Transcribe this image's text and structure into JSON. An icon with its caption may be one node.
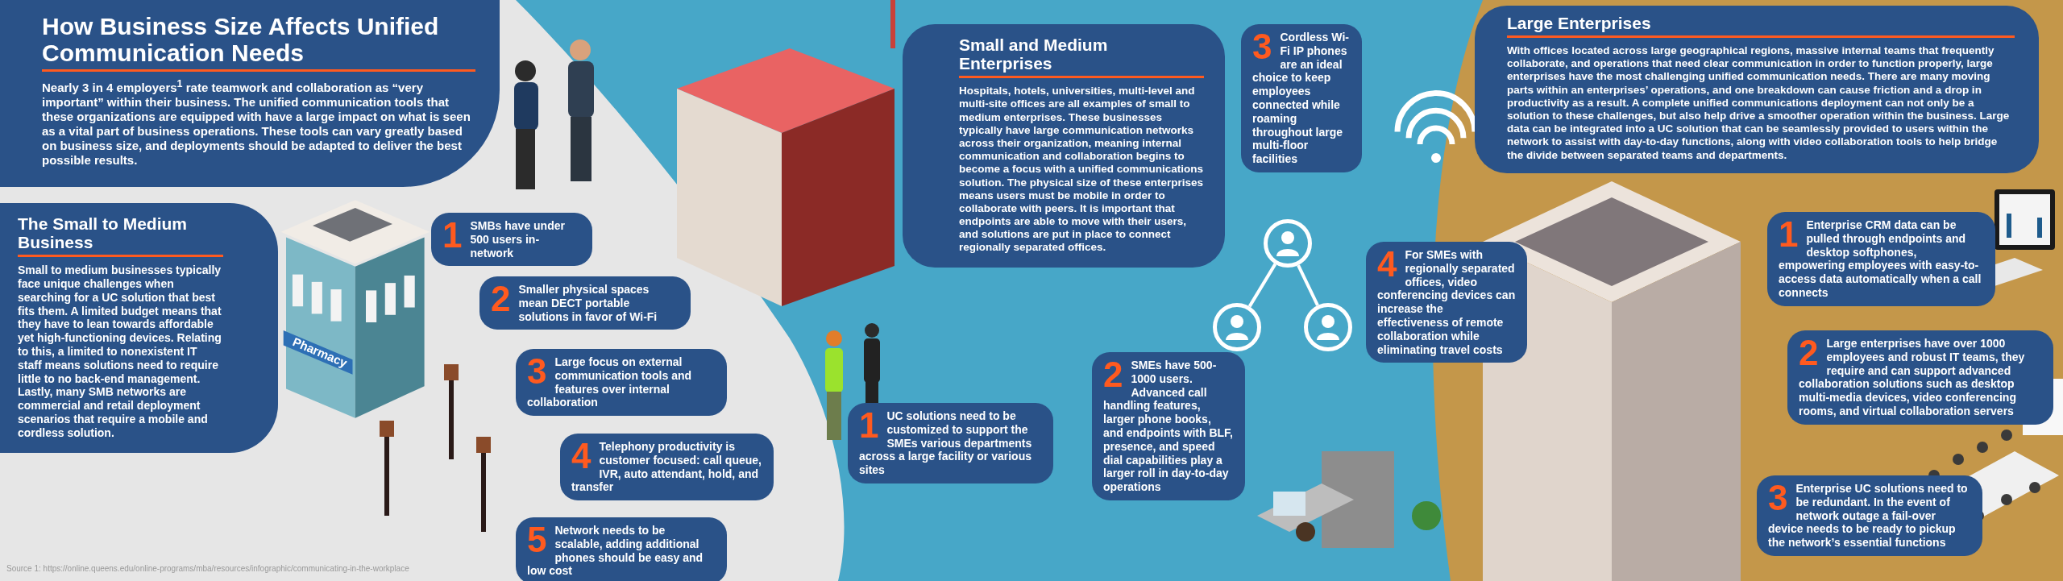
{
  "diagram": {
    "nodes": [
      {
        "text": [
          "How Business Size Affects Unified Communication Needs",
          "Nearly 3 in 4 employers$^{1}$ rate teamwork and collaboration as “very important” within their business. The unified communication tools that these organizations are equipped with have a large impact on what is seen as a vital part of business operations. These tools can vary greatly based on business size, and deployments should be adapted to deliver the best possible results."
        ]
      },
      {
        "text": [
          "The Small to Medium Business",
          "Small to medium businesses typically face unique challenges when searching for a UC solution that best fits them. A limited budget means that they have to lean towards affordable yet high-functioning devices. Relating to this, a limited to nonexistent IT staff means solutions need to require little to no back-end management. Lastly, many SMB networks are commercial and retail deployment scenarios that require a mobile and cordless solution."
        ]
      },
      {
        "text": [
          "1",
          "SMBs have under 500 users in-network"
        ]
      },
      {
        "text": [
          "2",
          "Smaller physical spaces mean DECT portable solutions in favor of Wi-Fi"
        ]
      },
      {
        "text": [
          "3",
          "Large focus on external communication tools and features over internal collaboration"
        ]
      },
      {
        "text": [
          "4",
          "Telephony productivity is customer focused: call queue, IVR, auto attendant, hold, and transfer"
        ]
      },
      {
        "text": [
          "5",
          "Network needs to be scalable, adding additional phones should be easy and low cost"
        ]
      },
      {
        "text": [
          "Small and Medium Enterprises",
          "Hospitals, hotels, universities, multi-level and multi-site offices are all examples of small to medium enterprises. These businesses typically have large communication networks across their organization, meaning internal communication and collaboration begins to become a focus with a unified communications solution. The physical size of these enterprises means users must be mobile in order to collaborate with peers. It is important that endpoints are able to move with their users, and solutions are put in place to connect regionally separated offices."
        ]
      },
      {
        "text": [
          "1",
          "UC solutions need to be customized to support the SMEs various departments across a large facility or various sites"
        ]
      },
      {
        "text": [
          "2",
          "SMEs have 500-1000 users. Advanced call handling features, larger phone books, and endpoints with BLF, presence, and speed dial capabilities play a larger roll in day-to-day operations"
        ]
      },
      {
        "text": [
          "3",
          "Cordless Wi-Fi IP phones are an ideal choice to keep employees connected while roaming throughout large multi-floor facilities"
        ]
      },
      {
        "text": [],
        "shape": "circle"
      },
      {
        "text": [],
        "shape": "circle"
      },
      {
        "text": [],
        "shape": "circle"
      },
      {
        "text": [
          "4",
          "For SMEs with regionally separated offices, video conferencing devices can increase the effectiveness of remote collaboration while eliminating travel costs"
        ]
      },
      {
        "text": [
          "Large Enterprises",
          "With offices located across large geographical regions, massive internal teams that frequently collaborate, and operations that need clear communication in order to function properly, large enterprises have the most challenging unified communication needs. There are many moving parts within an enterprises’ operations, and one breakdown can cause friction and a drop in productivity as a result. A complete unified communications deployment can not only be a solution to these challenges, but also help drive a smoother operation within the business. Large data can be integrated into a UC solution that can be seamlessly provided to users within the network to assist with day-to-day functions, along with video collaboration tools to help bridge the divide between separated teams and departments."
        ]
      },
      {
        "text": [
          "1",
          "Enterprise CRM data can be pulled through endpoints and desktop softphones, empowering employees with easy-to-access data automatically when a call connects"
        ]
      },
      {
        "text": [
          "2",
          "Large enterprises have over 1000 employees and robust IT teams, they require and can support advanced collaboration solutions such as desktop multi-media devices, video conferencing rooms, and virtual collaboration servers"
        ]
      },
      {
        "text": [
          "3",
          "Enterprise UC solutions need to be redundant. In the event of network outage a fail-over device needs to be ready to pickup the network’s essential functions"
        ]
      }
    ],
    "edges": [
      {
        "from": 11,
        "to": 12,
        "arrow": "none"
      },
      {
        "from": 11,
        "to": 13,
        "arrow": "none"
      }
    ],
    "labels": [
      "Pharmacy",
      "Source 1: https://online.queens.edu/online-programs/mba/resources/infographic/communicating-in-the-workplace"
    ]
  }
}
